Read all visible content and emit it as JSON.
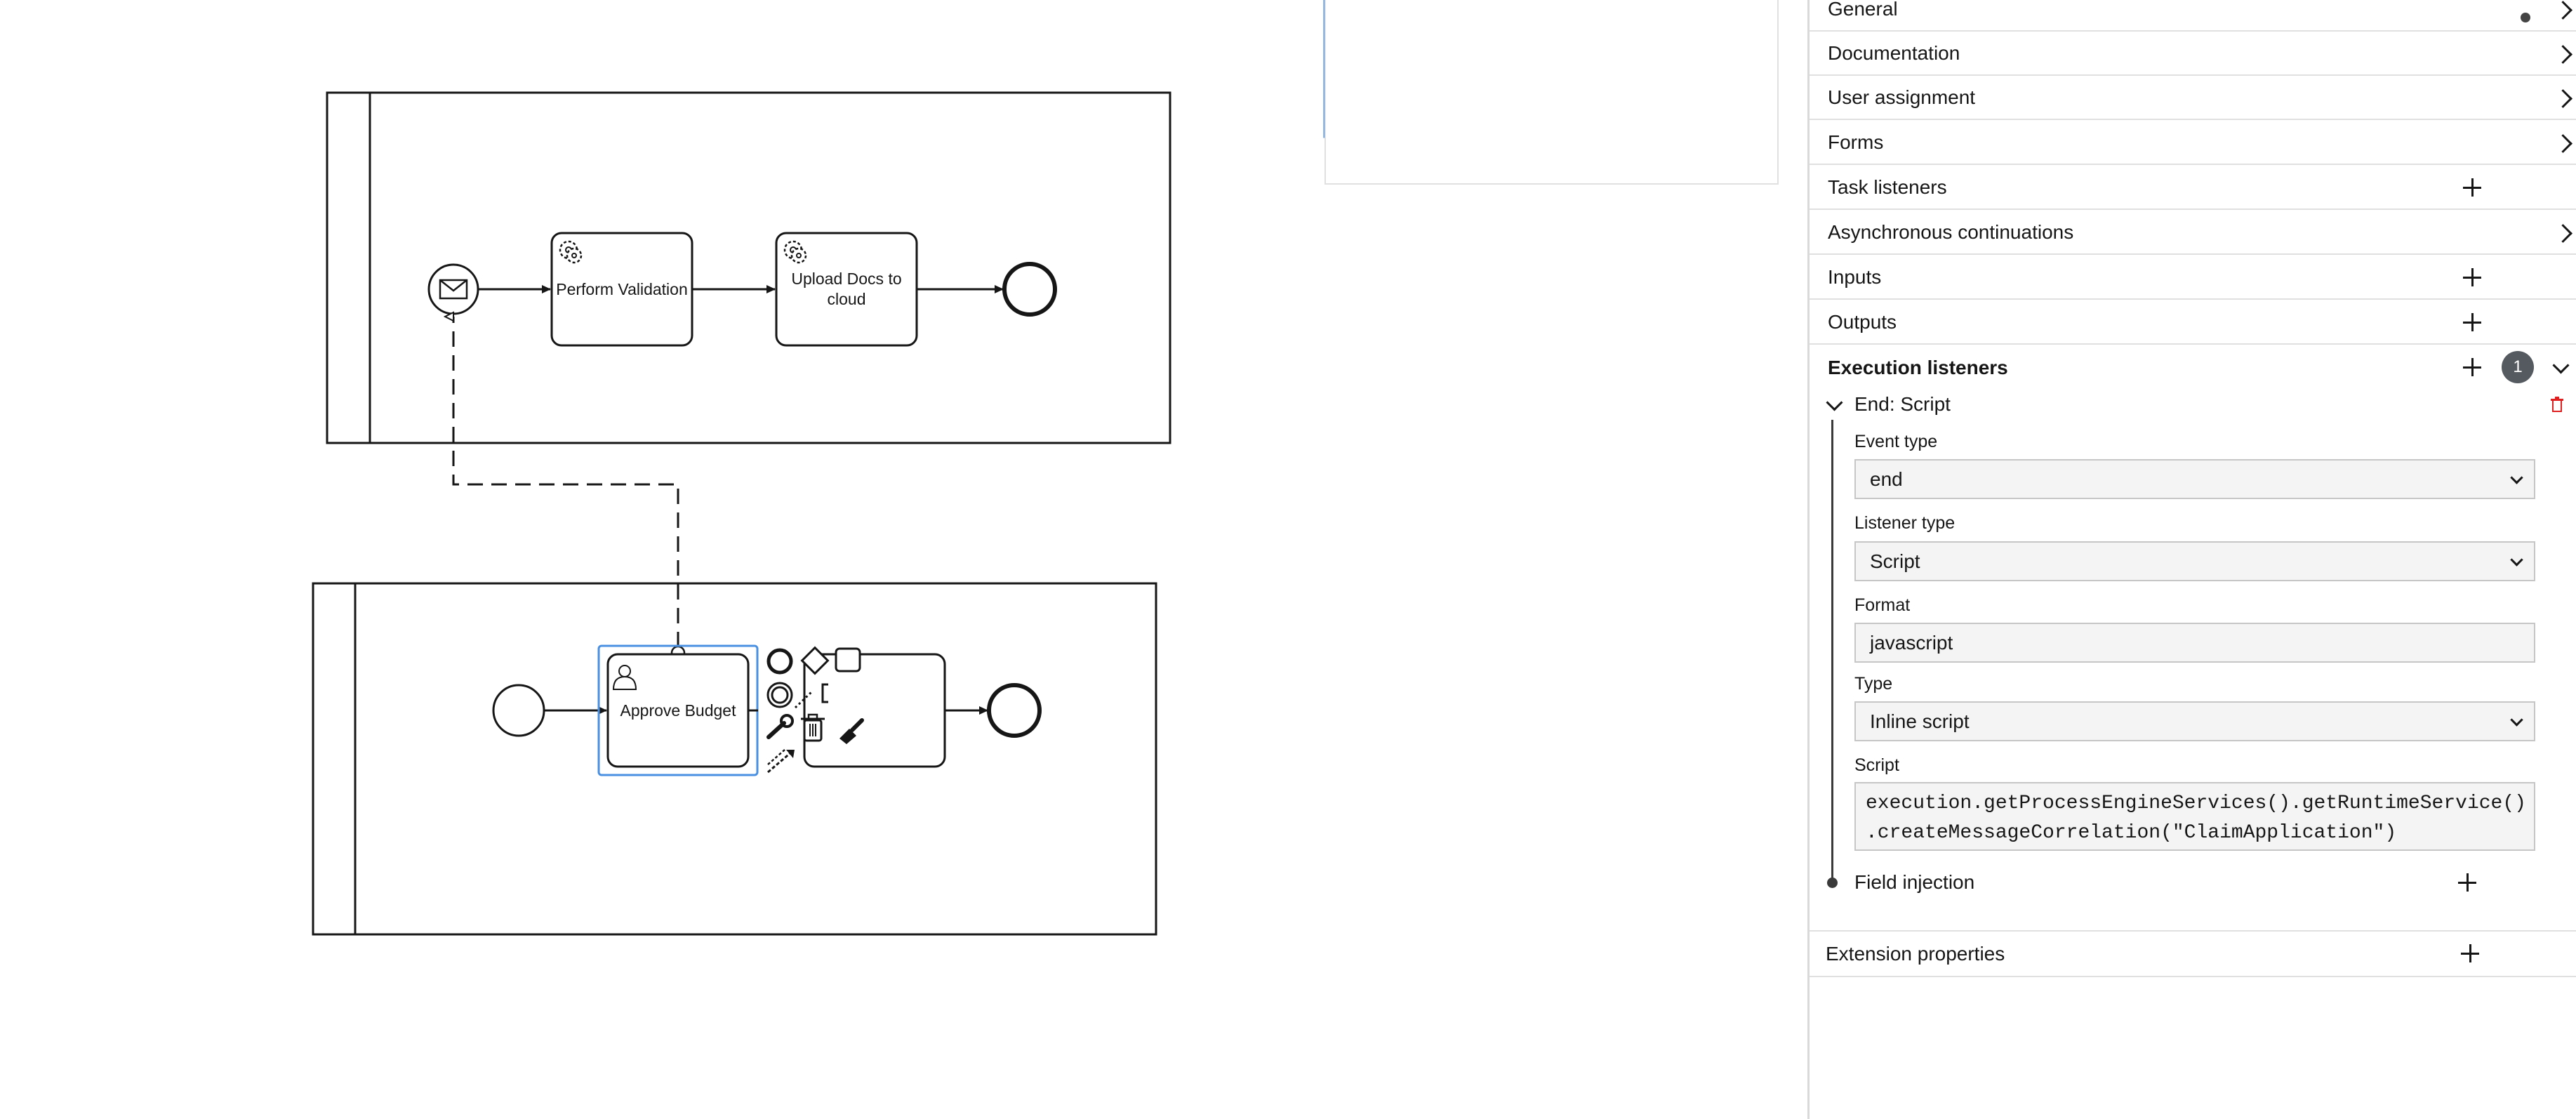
{
  "diagram": {
    "tasks": [
      {
        "name": "Perform Validation"
      },
      {
        "name": "Upload Docs to cloud"
      },
      {
        "name": "Approve Budget"
      }
    ]
  },
  "properties": {
    "groups": [
      {
        "id": "general",
        "label": "General",
        "action": "chevron",
        "has_dot": true
      },
      {
        "id": "documentation",
        "label": "Documentation",
        "action": "chevron"
      },
      {
        "id": "user_assignment",
        "label": "User assignment",
        "action": "chevron"
      },
      {
        "id": "forms",
        "label": "Forms",
        "action": "chevron"
      },
      {
        "id": "task_listeners",
        "label": "Task listeners",
        "action": "plus"
      },
      {
        "id": "async",
        "label": "Asynchronous continuations",
        "action": "chevron"
      },
      {
        "id": "inputs",
        "label": "Inputs",
        "action": "plus"
      },
      {
        "id": "outputs",
        "label": "Outputs",
        "action": "plus"
      }
    ],
    "execution_listeners": {
      "label": "Execution listeners",
      "count": "1",
      "item_title": "End: Script",
      "event_type_label": "Event type",
      "event_type_value": "end",
      "listener_type_label": "Listener type",
      "listener_type_value": "Script",
      "format_label": "Format",
      "format_value": "javascript",
      "type_label": "Type",
      "type_value": "Inline script",
      "script_label": "Script",
      "script_value": "execution.getProcessEngineServices().getRuntimeService()\n.createMessageCorrelation(\"ClaimApplication\")",
      "field_injection_label": "Field injection"
    },
    "extension_properties": {
      "label": "Extension properties"
    }
  },
  "colors": {
    "selection": "#4a90e2",
    "delete": "#e02020",
    "stroke": "#161616"
  }
}
